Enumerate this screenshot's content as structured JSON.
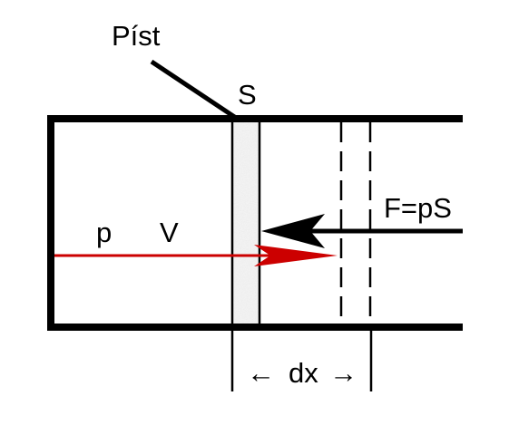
{
  "labels": {
    "piston": "Píst",
    "area": "S",
    "force": "F=pS",
    "pressure": "p",
    "volume": "V",
    "displacement": "dx",
    "arrow_left": "←",
    "arrow_right": "→"
  },
  "colors": {
    "outline": "#000000",
    "pressure_arrow": "#cc0000",
    "piston_fill": "#d8d8d8"
  }
}
